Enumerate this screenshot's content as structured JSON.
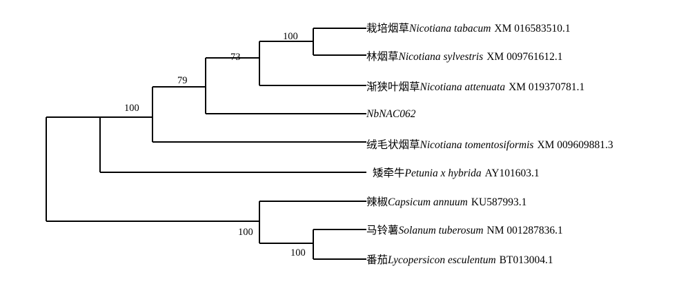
{
  "tree": {
    "leaves": [
      {
        "id": "tabacum",
        "cn": "栽培烟草",
        "sci": "Nicotiana tabacum",
        "acc": "XM 016583510.1"
      },
      {
        "id": "sylvestris",
        "cn": "林烟草",
        "sci": "Nicotiana sylvestris",
        "acc": "XM 009761612.1"
      },
      {
        "id": "attenuata",
        "cn": "渐狭叶烟草",
        "sci": "Nicotiana attenuata",
        "acc": "XM 019370781.1"
      },
      {
        "id": "nbnac",
        "cn": "",
        "sci": "NbNAC062",
        "acc": ""
      },
      {
        "id": "tomento",
        "cn": "绒毛状烟草",
        "sci": "Nicotiana tomentosiformis",
        "acc": "XM 009609881.3"
      },
      {
        "id": "petunia",
        "cn": "矮牵牛",
        "sci": "Petunia x hybrida",
        "acc": "AY101603.1"
      },
      {
        "id": "capsicum",
        "cn": "辣椒",
        "sci": "Capsicum annuum",
        "acc": "KU587993.1"
      },
      {
        "id": "solanum",
        "cn": "马铃薯",
        "sci": "Solanum tuberosum",
        "acc": "NM 001287836.1"
      },
      {
        "id": "lyco",
        "cn": "番茄",
        "sci": "Lycopersicon esculentum",
        "acc": "BT013004.1"
      }
    ],
    "bootstrap": {
      "tab_syl": "100",
      "attenuata_clade": "73",
      "nbnac_clade": "79",
      "nicotiana_clade": "100",
      "cap_sol_lyc": "100",
      "sol_lyc": "100"
    }
  }
}
